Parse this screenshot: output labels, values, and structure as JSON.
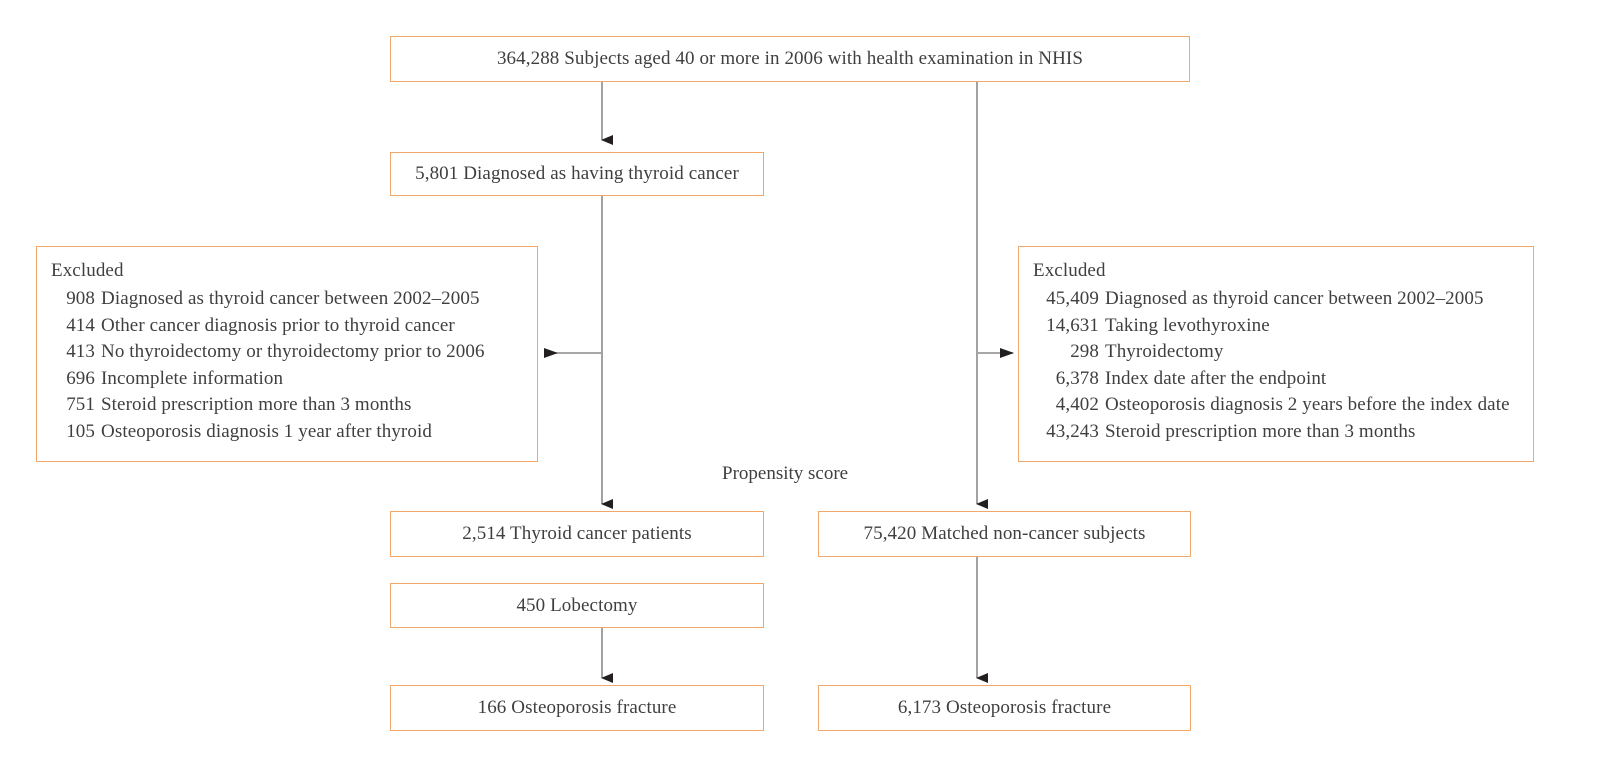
{
  "figure": {
    "type": "flowchart",
    "title": "Study population selection flow diagram",
    "border_color": "#f2a76a",
    "text_color": "#3f3f3f",
    "connector_color": "#7d7d7d",
    "arrowhead_color": "#231f20"
  },
  "nodes": {
    "cohort_source": {
      "label": "364,288 Subjects aged 40 or more in 2006 with health examination in NHIS",
      "count": "364,288"
    },
    "thyroid_cancer": {
      "label": "5,801 Diagnosed as having thyroid cancer",
      "count": "5,801"
    },
    "excluded_left": {
      "title": "Excluded",
      "items": [
        {
          "count": "908",
          "reason": "Diagnosed as thyroid cancer between 2002–2005"
        },
        {
          "count": "414",
          "reason": "Other cancer diagnosis prior to thyroid cancer"
        },
        {
          "count": "413",
          "reason": "No thyroidectomy or thyroidectomy prior to 2006"
        },
        {
          "count": "696",
          "reason": "Incomplete information"
        },
        {
          "count": "751",
          "reason": "Steroid prescription more than 3 months"
        },
        {
          "count": "105",
          "reason": "Osteoporosis diagnosis 1 year after thyroid"
        }
      ]
    },
    "excluded_right": {
      "title": "Excluded",
      "items": [
        {
          "count": "45,409",
          "reason": "Diagnosed as thyroid cancer between 2002–2005"
        },
        {
          "count": "14,631",
          "reason": "Taking levothyroxine"
        },
        {
          "count": "298",
          "reason": "Thyroidectomy"
        },
        {
          "count": "6,378",
          "reason": "Index date after the endpoint"
        },
        {
          "count": "4,402",
          "reason": "Osteoporosis diagnosis 2 years before the index date"
        },
        {
          "count": "43,243",
          "reason": "Steroid prescription more than 3 months"
        }
      ]
    },
    "matching_label": {
      "label": "Propensity score"
    },
    "cases": {
      "label": "2,514 Thyroid cancer patients",
      "count": "2,514"
    },
    "lobectomy": {
      "label": "450 Lobectomy",
      "count": "450"
    },
    "controls": {
      "label": "75,420 Matched non-cancer subjects",
      "count": "75,420"
    },
    "outcome_cases": {
      "label": "166 Osteoporosis fracture",
      "count": "166"
    },
    "outcome_controls": {
      "label": "6,173 Osteoporosis fracture",
      "count": "6,173"
    }
  }
}
